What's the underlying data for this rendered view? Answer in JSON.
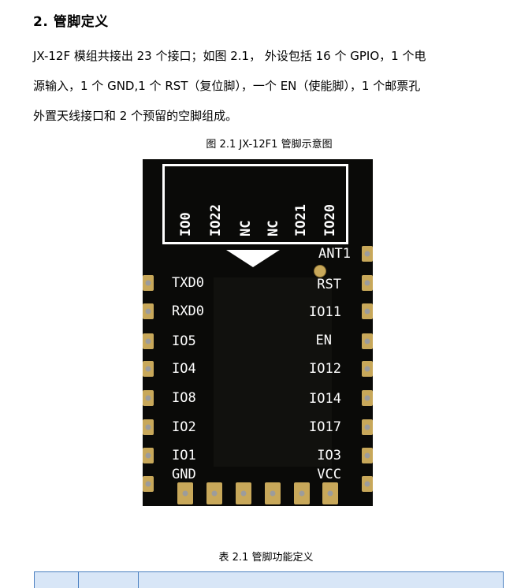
{
  "heading": "2.  管脚定义",
  "paragraph_lines": [
    "JX-12F 模组共接出  23 个接口；如图 2.1，   外设包括 16 个 GPIO，1 个电",
    "源输入，1 个 GND,1 个 RST（复位脚），一个 EN（使能脚），1 个邮票孔",
    "外置天线接口和 2 个预留的空脚组成。"
  ],
  "figure_caption": "图  2.1 JX-12F1  管脚示意图",
  "module": {
    "antenna_pins": [
      "IO0",
      "IO22",
      "NC",
      "NC",
      "IO21",
      "IO20"
    ],
    "left_pins": [
      "TXD0",
      "RXD0",
      "IO5",
      "IO4",
      "IO8",
      "IO2",
      "IO1",
      "GND"
    ],
    "right_pins": [
      "ANT1",
      "RST",
      "IO11",
      "EN",
      "IO12",
      "IO14",
      "IO17",
      "IO3",
      "VCC"
    ],
    "colors": {
      "board": "#0a0a08",
      "pad": "#c8a85a",
      "label": "#ffffff"
    }
  },
  "table_caption": "表 2.1  管脚功能定义"
}
